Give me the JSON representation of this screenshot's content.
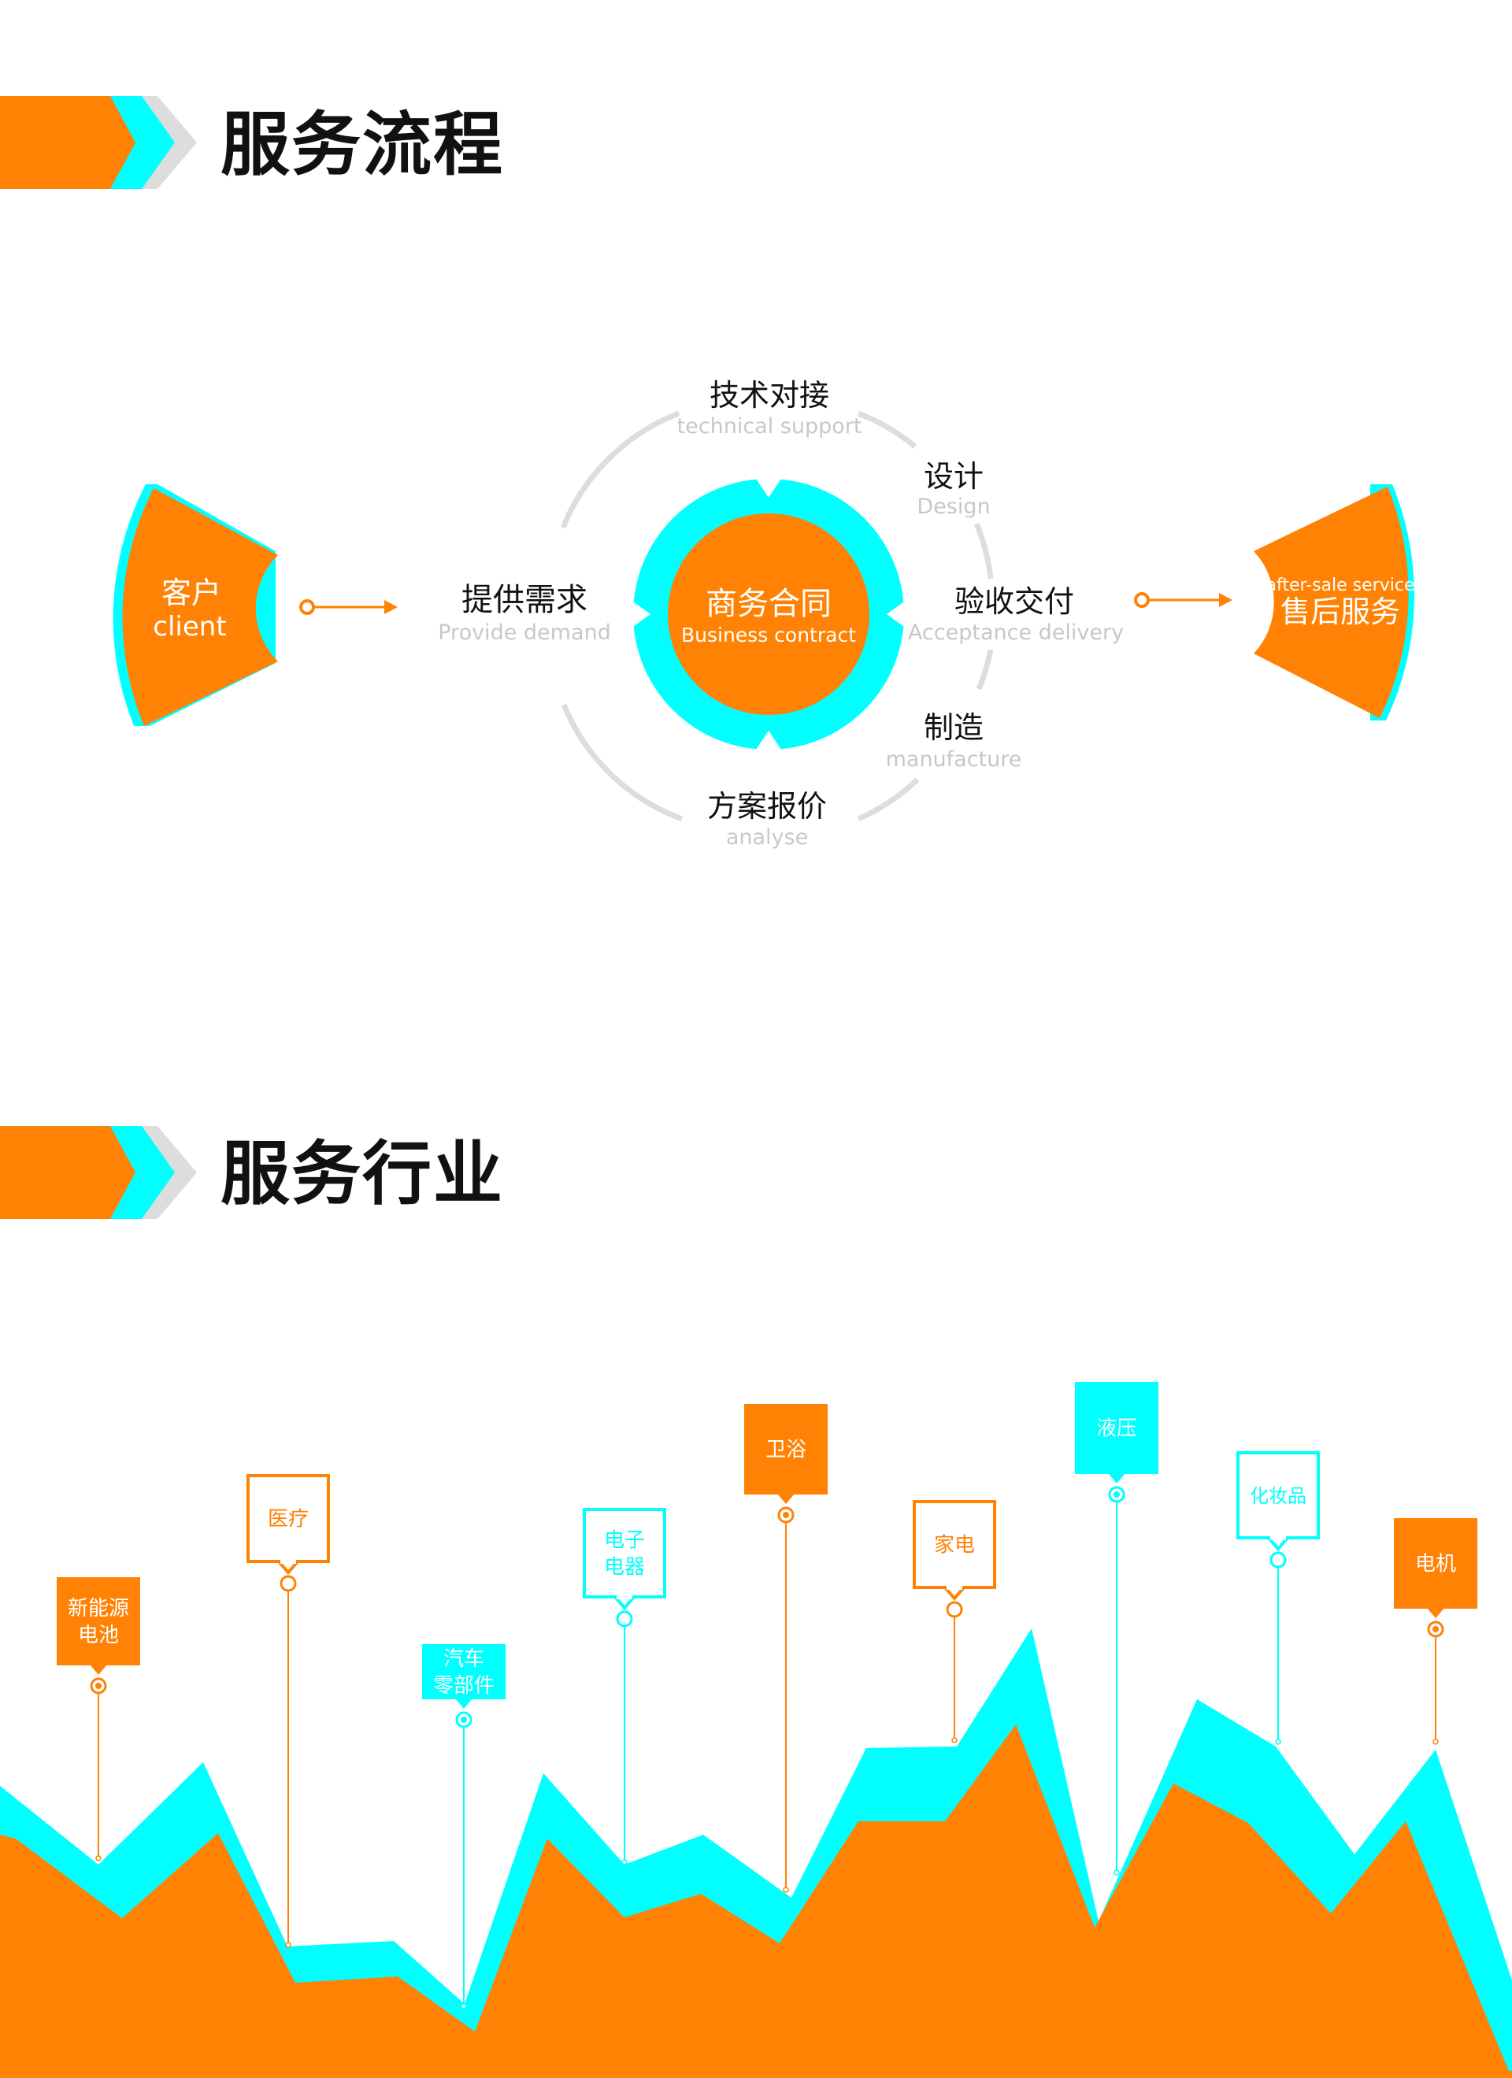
{
  "colors": {
    "orange": "#FF8205",
    "cyan": "#00FFFF",
    "gray": "#DDDDDD",
    "subtext": "#C8C8C8",
    "text": "#111111",
    "white": "#FFFFFF"
  },
  "section1": {
    "title": "服务流程",
    "client": {
      "cn": "客户",
      "en": "client"
    },
    "center": {
      "cn": "商务合同",
      "en": "Business contract"
    },
    "aftersale": {
      "en": "after-sale service",
      "cn": "售后服务"
    },
    "steps": {
      "provide": {
        "cn": "提供需求",
        "en": "Provide demand"
      },
      "tech": {
        "cn": "技术对接",
        "en": "technical support"
      },
      "design": {
        "cn": "设计",
        "en": "Design"
      },
      "accept": {
        "cn": "验收交付",
        "en": "Acceptance delivery"
      },
      "manufacture": {
        "cn": "制造",
        "en": "manufacture"
      },
      "quote": {
        "cn": "方案报价",
        "en": "analyse"
      }
    }
  },
  "section2": {
    "title": "服务行业",
    "industries": [
      {
        "lines": [
          "新能源",
          "电池"
        ],
        "style": "filled",
        "color": "orange"
      },
      {
        "lines": [
          "医疗"
        ],
        "style": "outline",
        "color": "orange"
      },
      {
        "lines": [
          "汽车",
          "零部件"
        ],
        "style": "filled",
        "color": "cyan"
      },
      {
        "lines": [
          "电子",
          "电器"
        ],
        "style": "outline",
        "color": "cyan"
      },
      {
        "lines": [
          "卫浴"
        ],
        "style": "filled",
        "color": "orange"
      },
      {
        "lines": [
          "家电"
        ],
        "style": "outline",
        "color": "orange"
      },
      {
        "lines": [
          "液压"
        ],
        "style": "filled",
        "color": "cyan"
      },
      {
        "lines": [
          "化妆品"
        ],
        "style": "outline",
        "color": "cyan"
      },
      {
        "lines": [
          "电机"
        ],
        "style": "filled",
        "color": "orange"
      }
    ]
  }
}
